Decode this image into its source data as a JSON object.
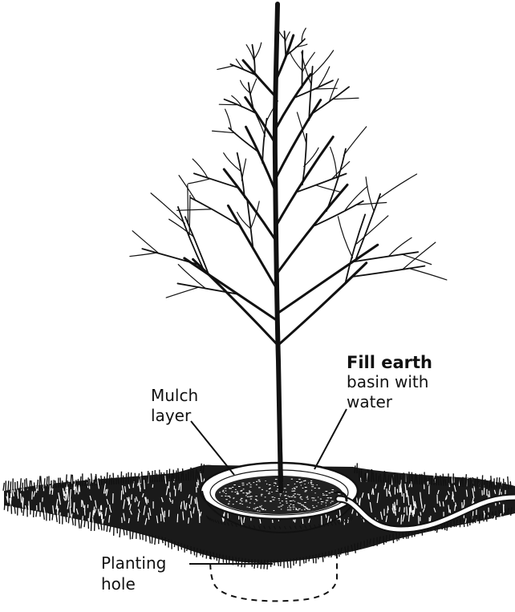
{
  "labels": {
    "fill_title": "Fill earth",
    "fill_line1": "basin with",
    "fill_line2": "water",
    "mulch_line1": "Mulch",
    "mulch_line2": "layer",
    "hole_line1": "Planting",
    "hole_line2": "hole"
  },
  "colors": {
    "ink": "#111111",
    "background": "#ffffff"
  }
}
